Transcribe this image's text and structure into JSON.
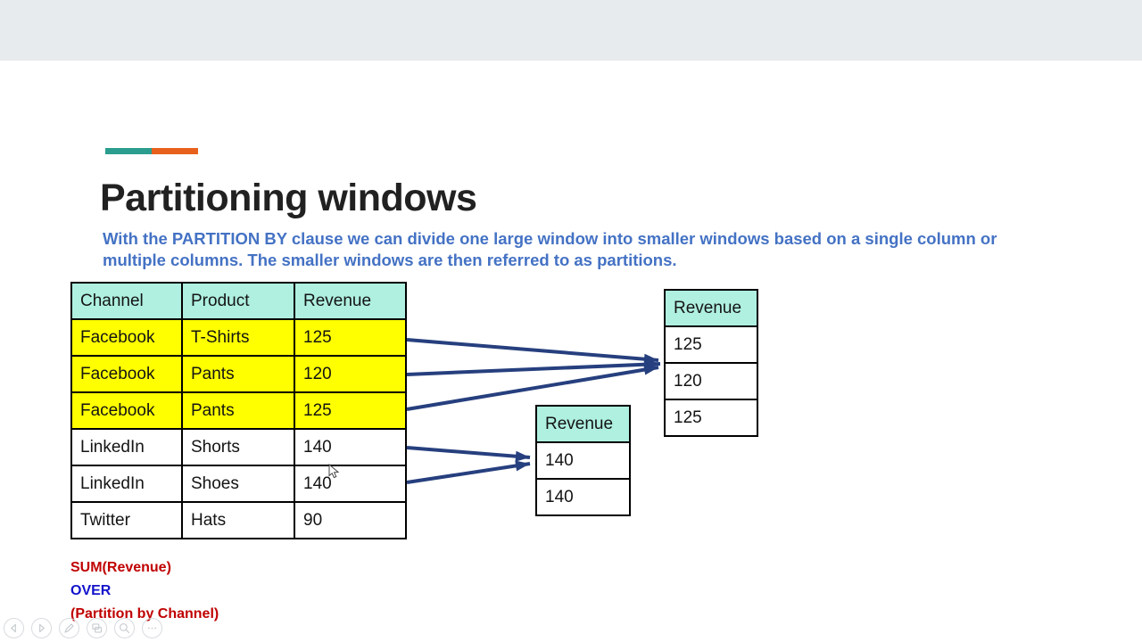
{
  "slide": {
    "title": "Partitioning windows",
    "subtitle_lines": [
      "With the PARTITION BY clause we can divide one large window into smaller windows based on a single column or",
      "multiple columns. The smaller windows are then referred to as partitions."
    ],
    "main_table": {
      "headers": [
        "Channel",
        "Product",
        "Revenue"
      ],
      "rows": [
        {
          "cells": [
            "Facebook",
            "T-Shirts",
            "125"
          ],
          "highlight": true
        },
        {
          "cells": [
            "Facebook",
            "Pants",
            "120"
          ],
          "highlight": true
        },
        {
          "cells": [
            "Facebook",
            "Pants",
            "125"
          ],
          "highlight": true
        },
        {
          "cells": [
            "LinkedIn",
            "Shorts",
            "140"
          ],
          "highlight": false
        },
        {
          "cells": [
            "LinkedIn",
            "Shoes",
            "140"
          ],
          "highlight": false
        },
        {
          "cells": [
            "Twitter",
            "Hats",
            "90"
          ],
          "highlight": false
        }
      ]
    },
    "partition_table_facebook": {
      "header": "Revenue",
      "rows": [
        "125",
        "120",
        "125"
      ]
    },
    "partition_table_linkedin": {
      "header": "Revenue",
      "rows": [
        "140",
        "140"
      ]
    },
    "formula": {
      "line1": "SUM(Revenue)",
      "line2": "OVER",
      "line3": "(Partition by Channel)"
    },
    "colors": {
      "accent_teal": "#2a9d8f",
      "accent_orange": "#e8611c",
      "subtitle_blue": "#4472c4",
      "table_header_bg": "#aff0e0",
      "highlight_yellow": "#ffff00",
      "arrow_navy": "#263f7e",
      "formula_red": "#c00000",
      "formula_blue": "#1212cc",
      "top_band_gray": "#e8ebee"
    }
  },
  "controls": [
    {
      "name": "previous-slide",
      "icon": "chevron-left-icon"
    },
    {
      "name": "next-slide",
      "icon": "chevron-right-icon"
    },
    {
      "name": "pen-annotate",
      "icon": "pen-icon"
    },
    {
      "name": "see-all-slides",
      "icon": "slides-icon"
    },
    {
      "name": "zoom-slide",
      "icon": "magnifier-icon"
    },
    {
      "name": "more-options",
      "icon": "ellipsis-icon"
    }
  ]
}
